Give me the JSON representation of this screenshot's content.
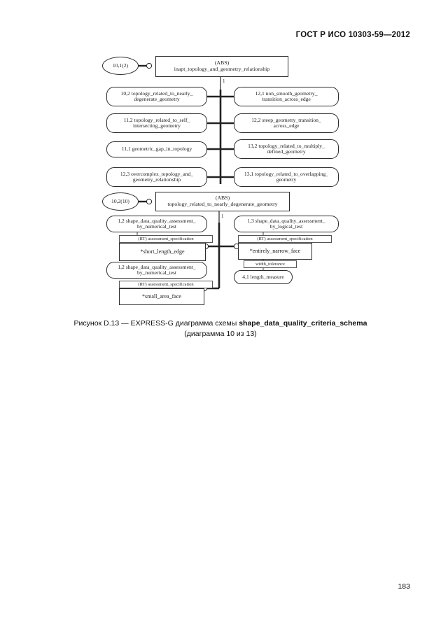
{
  "header": {
    "standard_id": "ГОСТ Р ИСО 10303-59—2012"
  },
  "footer": {
    "page_number": "183"
  },
  "caption": {
    "line1_prefix": "Рисунок D.13 — EXPRESS-G диаграмма схемы ",
    "line1_schema": "shape_data_quality_criteria_schema",
    "line2": "(диаграмма 10 из 13)"
  },
  "diagram1": {
    "page_ref": "10,1(2)",
    "abs_marker": "(ABS)",
    "abs_name": "inapt_topology_and_geometry_relationship",
    "trunk_label": "1",
    "left_nodes": [
      {
        "id": "10,2",
        "name": "topology_related_to_nearly_\ndegenerate_geometry"
      },
      {
        "id": "11,2",
        "name": "topology_related_to_self_\nintersecting_geometry"
      },
      {
        "id": "11,1",
        "name": "geometric_gap_in_topology"
      },
      {
        "id": "12,3",
        "name": "overcomplex_topology_and_\ngeometry_relationship"
      }
    ],
    "right_nodes": [
      {
        "id": "12,1",
        "name": "non_smooth_geometry_\ntransition_across_edge"
      },
      {
        "id": "12,2",
        "name": "steep_geometry_transition_\nacross_edge"
      },
      {
        "id": "13,2",
        "name": "topology_related_to_multiply_\ndefined_geometry"
      },
      {
        "id": "13,1",
        "name": "topology_related_to_overlapping_\ngeometry"
      }
    ]
  },
  "diagram2": {
    "page_ref": "10,2(10)",
    "abs_marker": "(ABS)",
    "abs_name": "topology_related_to_nearly_degenerate_geometry",
    "trunk_label": "1",
    "left_branch": {
      "super_type": "1,2  shape_data_quality_assessment_\nby_numerical_test",
      "attribute_label": "(RT) assessment_specification",
      "entity": "*short_length_edge",
      "super_type_2": "1,2  shape_data_quality_assessment_\nby_numerical_test",
      "attribute_label_2": "(RT) assessment_specification",
      "entity_2": "*small_area_face"
    },
    "right_branch": {
      "super_type": "1,3  shape_data_quality_assessment_\nby_logical_test",
      "attribute_label": "(RT) assessment_specification",
      "entity": "*entirely_narrow_face",
      "attribute_label_2": "width_tolerance",
      "measure": "4,1  length_measure"
    }
  }
}
